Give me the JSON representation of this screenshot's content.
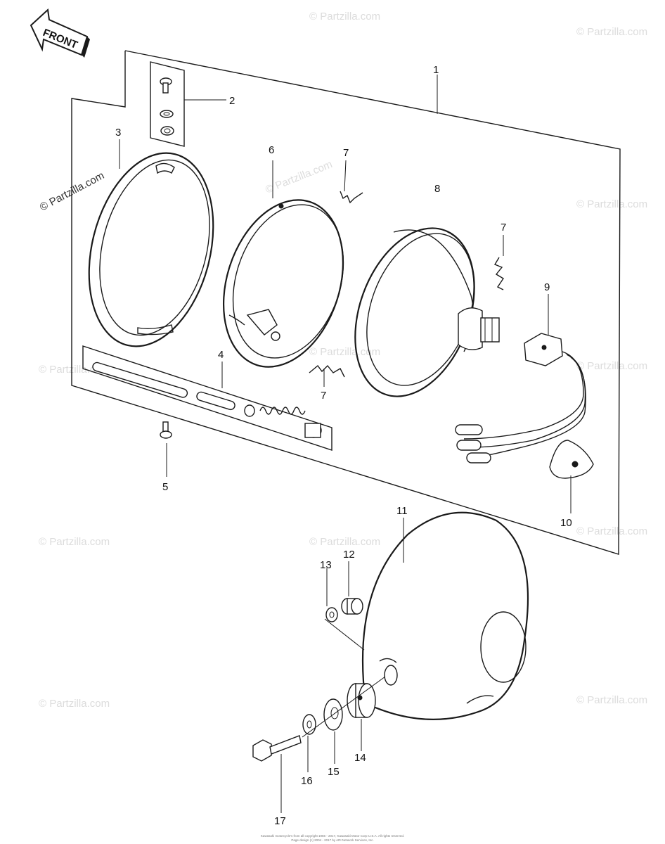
{
  "diagram": {
    "front_arrow_label": "FRONT",
    "watermark_text": "© Partzilla.com",
    "part_labels": {
      "p1": "1",
      "p2": "2",
      "p3": "3",
      "p4": "4",
      "p5": "5",
      "p6": "6",
      "p7a": "7",
      "p7b": "7",
      "p7c": "7",
      "p8": "8",
      "p9": "9",
      "p10": "10",
      "p11": "11",
      "p12": "12",
      "p13": "13",
      "p14": "14",
      "p15": "15",
      "p16": "16",
      "p17": "17"
    },
    "copyright_line1": "Kawasaki motorcycle's from all copyright 1966 - 2017, Kawasaki Motor Corp U.S.A. All rights reserved.",
    "copyright_line2": "Page design (c) 2004 - 2017 by ARI Network Services, Inc."
  }
}
